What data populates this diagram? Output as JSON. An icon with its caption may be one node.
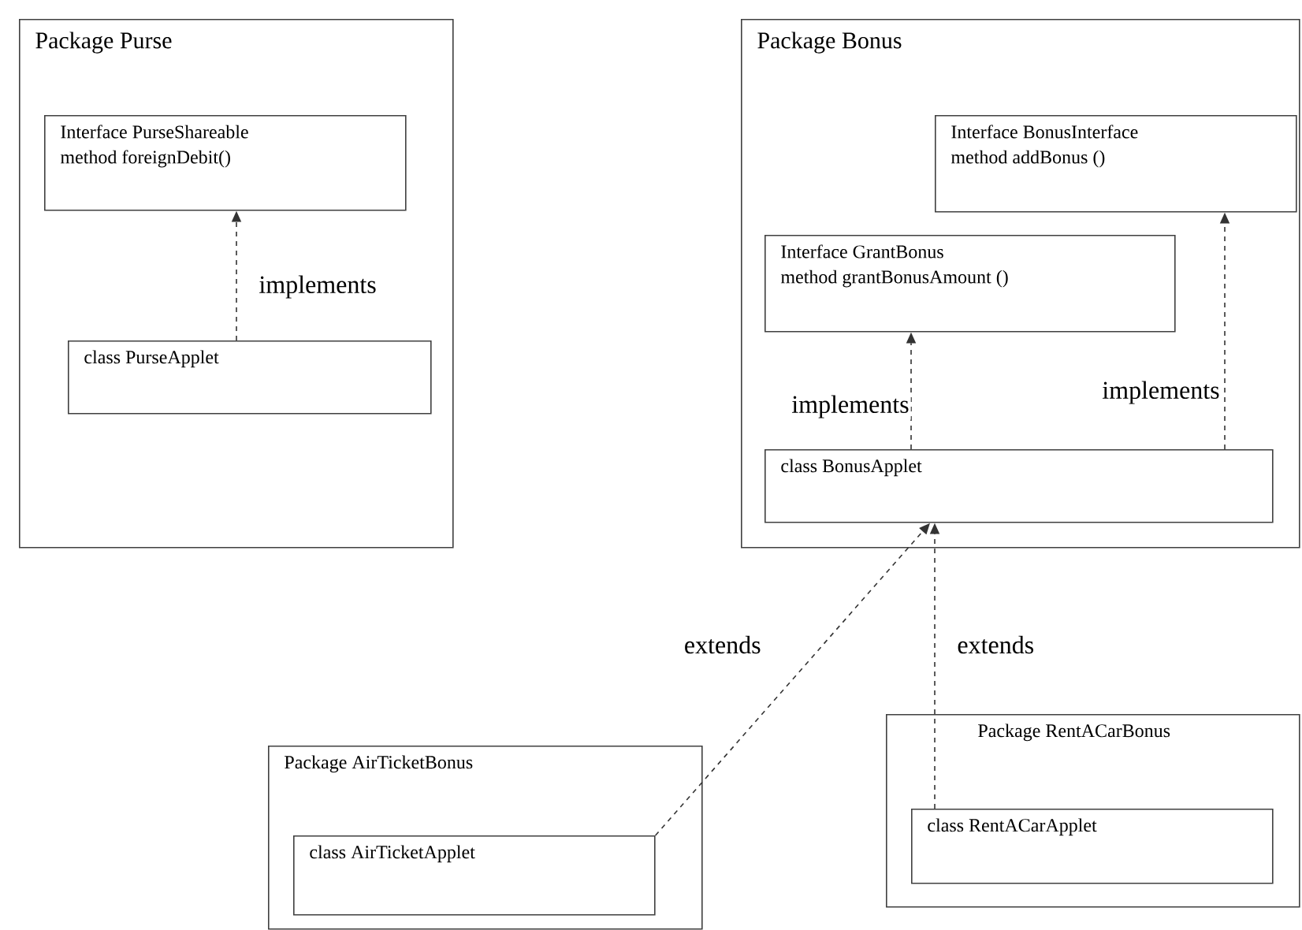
{
  "diagram": {
    "nodes": [
      {
        "text": [
          "Package Purse"
        ]
      },
      {
        "text": [
          "Interface PurseShareable",
          "method foreignDebit()"
        ],
        "in": 0
      },
      {
        "text": [
          "class PurseApplet"
        ],
        "in": 0
      },
      {
        "text": [
          "Package Bonus"
        ]
      },
      {
        "text": [
          "Interface BonusInterface",
          "method addBonus ()"
        ],
        "in": 3
      },
      {
        "text": [
          "Interface GrantBonus",
          "method grantBonusAmount ()"
        ],
        "in": 3
      },
      {
        "text": [
          "class BonusApplet"
        ],
        "in": 3
      },
      {
        "text": [
          "Package AirTicketBonus"
        ]
      },
      {
        "text": [
          "class AirTicketApplet"
        ],
        "in": 7
      },
      {
        "text": [
          "Package RentACarBonus"
        ]
      },
      {
        "text": [
          "class RentACarApplet"
        ],
        "in": 9
      }
    ],
    "edges": [
      {
        "from": 2,
        "to": 1,
        "arrow": "to",
        "label": "implements",
        "style": "dashed"
      },
      {
        "from": 6,
        "to": 5,
        "arrow": "to",
        "label": "implements",
        "style": "dashed"
      },
      {
        "from": 6,
        "to": 4,
        "arrow": "to",
        "label": "implements",
        "style": "dashed"
      },
      {
        "from": 8,
        "to": 6,
        "arrow": "to",
        "label": "extends",
        "style": "dashed"
      },
      {
        "from": 10,
        "to": 6,
        "arrow": "to",
        "label": "extends",
        "style": "dashed"
      }
    ]
  }
}
